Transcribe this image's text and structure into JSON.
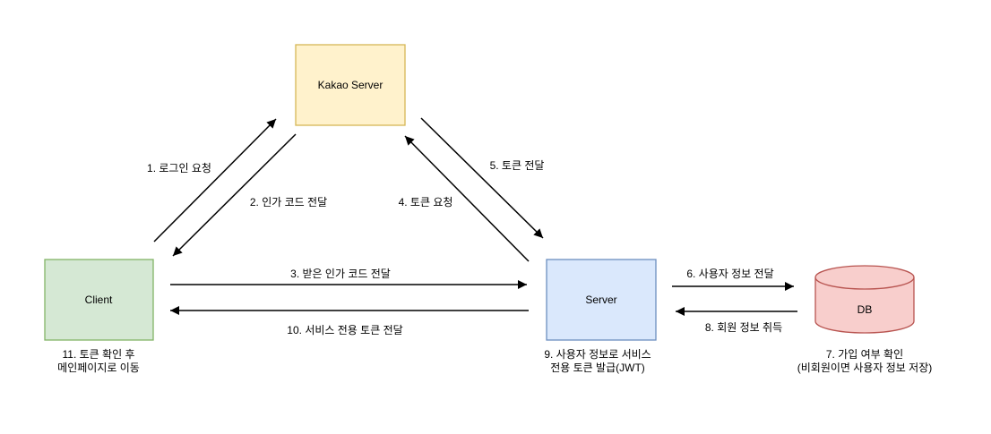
{
  "canvas": {
    "background": "#FFFFFF",
    "line_color": "#000000",
    "text_color": "#000000"
  },
  "nodes": {
    "kakao_server": {
      "label": "Kakao Server",
      "fill": "#FFF2CC",
      "stroke": "#D6B656",
      "shape": "rectangle"
    },
    "client": {
      "label": "Client",
      "fill": "#D5E8D4",
      "stroke": "#82B366",
      "shape": "rectangle"
    },
    "server": {
      "label": "Server",
      "fill": "#DAE8FC",
      "stroke": "#6C8EBF",
      "shape": "rectangle"
    },
    "db": {
      "label": "DB",
      "fill": "#F8CECC",
      "stroke": "#B85450",
      "shape": "database-cylinder"
    }
  },
  "edges": [
    {
      "label": "1. 로그인 요청",
      "from": "client",
      "to": "kakao_server"
    },
    {
      "label": "2. 인가 코드 전달",
      "from": "kakao_server",
      "to": "client"
    },
    {
      "label": "3. 받은 인가 코드 전달",
      "from": "client",
      "to": "server"
    },
    {
      "label": "4. 토큰 요청",
      "from": "server",
      "to": "kakao_server"
    },
    {
      "label": "5. 토큰 전달",
      "from": "kakao_server",
      "to": "server"
    },
    {
      "label": "6. 사용자 정보 전달",
      "from": "server",
      "to": "db"
    },
    {
      "label": "8. 회원 정보 취득",
      "from": "db",
      "to": "server"
    },
    {
      "label": "10. 서비스 전용 토큰 전달",
      "from": "server",
      "to": "client"
    }
  ],
  "captions": {
    "client": [
      "11. 토큰 확인 후",
      "메인페이지로 이동"
    ],
    "server": [
      "9. 사용자 정보로 서비스",
      "전용 토큰 발급(JWT)"
    ],
    "db": [
      "7. 가입 여부 확인",
      "(비회원이면 사용자 정보 저장)"
    ]
  }
}
